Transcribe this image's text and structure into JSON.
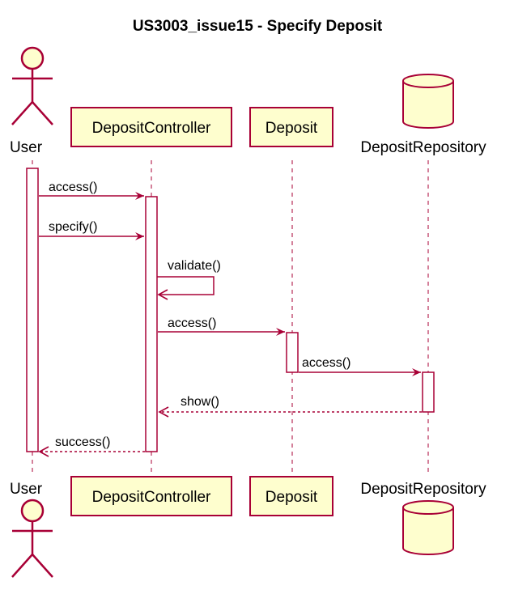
{
  "diagram": {
    "title": "US3003_issue15 - Specify Deposit",
    "participants": {
      "user": "User",
      "controller": "DepositController",
      "deposit": "Deposit",
      "repository": "DepositRepository"
    },
    "messages": [
      {
        "label": "access()",
        "from": "User",
        "to": "DepositController",
        "kind": "call"
      },
      {
        "label": "specify()",
        "from": "User",
        "to": "DepositController",
        "kind": "call"
      },
      {
        "label": "validate()",
        "from": "DepositController",
        "to": "DepositController",
        "kind": "self"
      },
      {
        "label": "access()",
        "from": "DepositController",
        "to": "Deposit",
        "kind": "call"
      },
      {
        "label": "access()",
        "from": "Deposit",
        "to": "DepositRepository",
        "kind": "call"
      },
      {
        "label": "show()",
        "from": "DepositRepository",
        "to": "DepositController",
        "kind": "return"
      },
      {
        "label": "success()",
        "from": "DepositController",
        "to": "User",
        "kind": "return"
      }
    ],
    "colors": {
      "line": "#A80036",
      "participant_fill": "#FEFECE",
      "background": "#FFFFFF"
    }
  }
}
